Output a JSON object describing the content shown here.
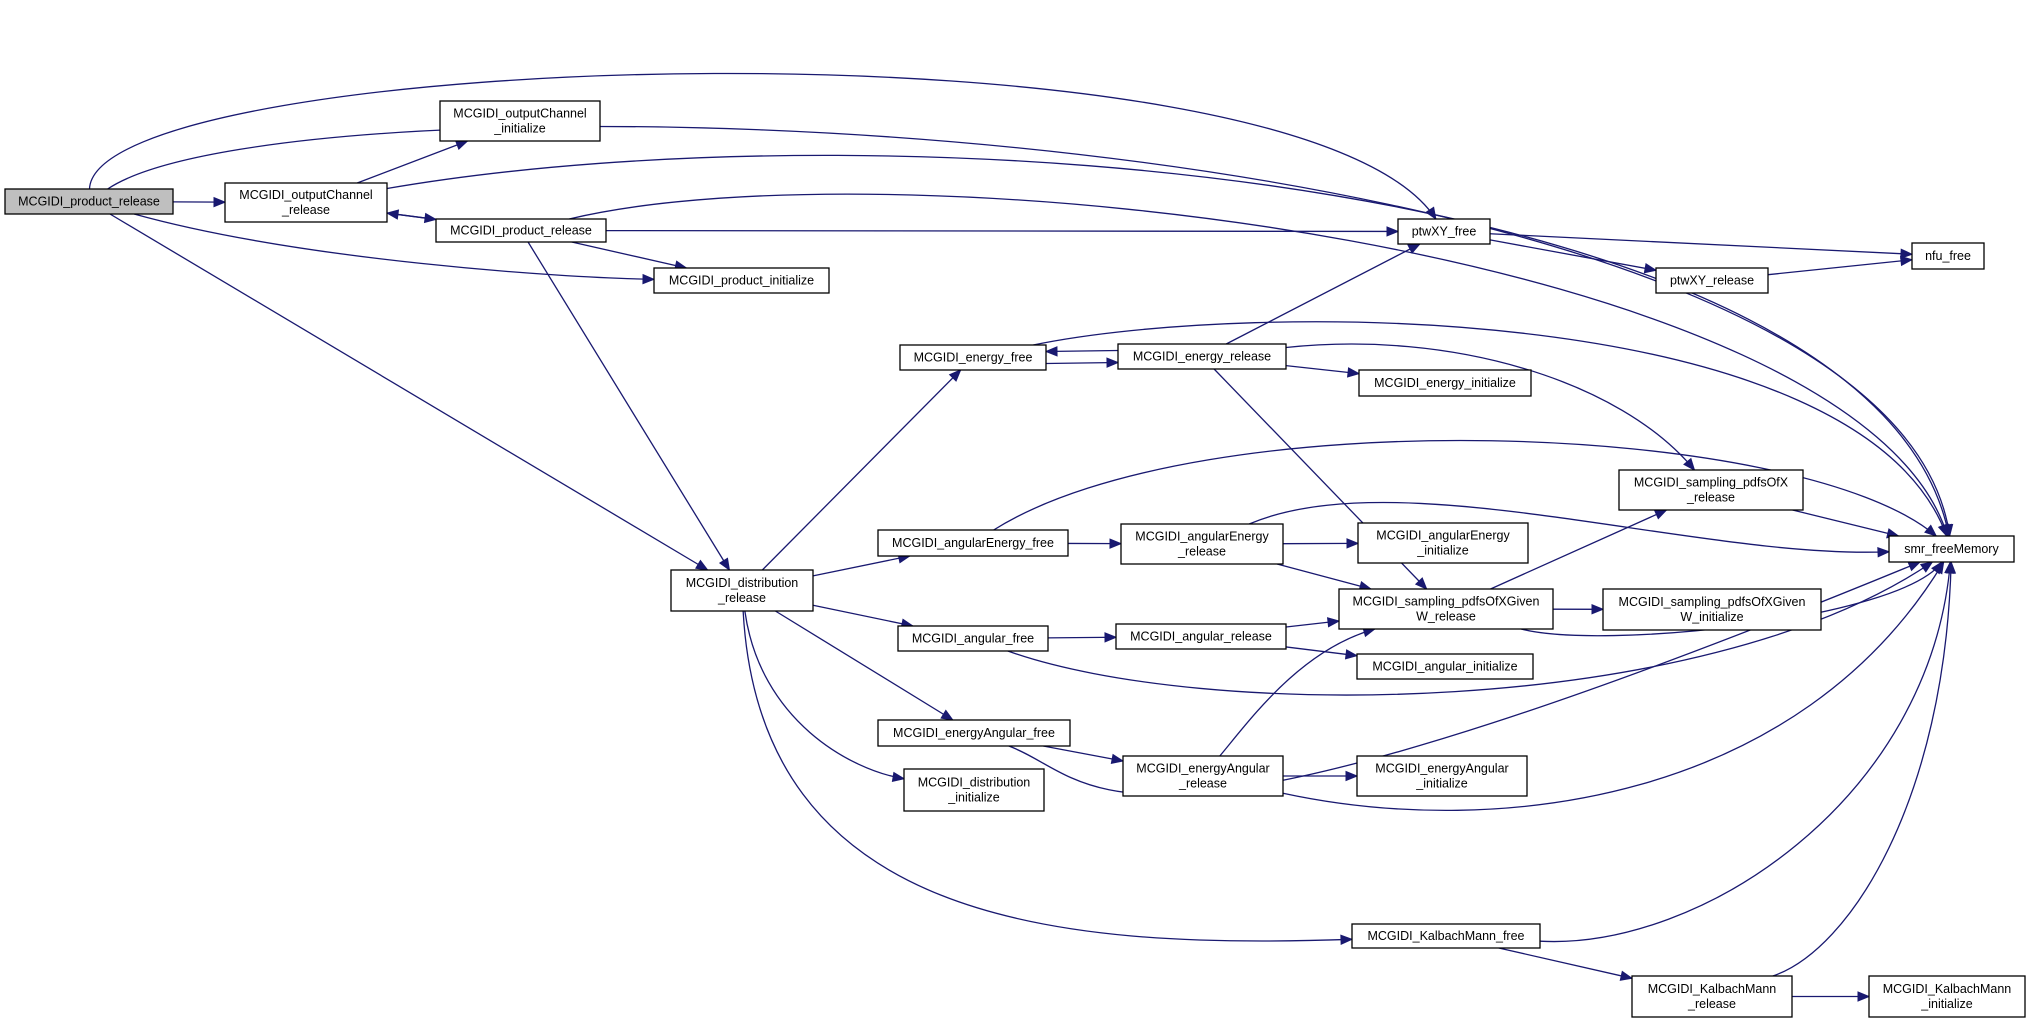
{
  "diagram": {
    "type": "call-graph",
    "nodes": [
      {
        "id": "root",
        "lines": [
          "MCGIDI_product_release"
        ],
        "highlight": true
      },
      {
        "id": "oc_release",
        "lines": [
          "MCGIDI_outputChannel",
          "_release"
        ]
      },
      {
        "id": "oc_init",
        "lines": [
          "MCGIDI_outputChannel",
          "_initialize"
        ]
      },
      {
        "id": "prod_release",
        "lines": [
          "MCGIDI_product_release"
        ]
      },
      {
        "id": "prod_init",
        "lines": [
          "MCGIDI_product_initialize"
        ]
      },
      {
        "id": "dist_release",
        "lines": [
          "MCGIDI_distribution",
          "_release"
        ]
      },
      {
        "id": "dist_init",
        "lines": [
          "MCGIDI_distribution",
          "_initialize"
        ]
      },
      {
        "id": "en_free",
        "lines": [
          "MCGIDI_energy_free"
        ]
      },
      {
        "id": "en_release",
        "lines": [
          "MCGIDI_energy_release"
        ]
      },
      {
        "id": "en_init",
        "lines": [
          "MCGIDI_energy_initialize"
        ]
      },
      {
        "id": "ae_free",
        "lines": [
          "MCGIDI_angularEnergy_free"
        ]
      },
      {
        "id": "ae_release",
        "lines": [
          "MCGIDI_angularEnergy",
          "_release"
        ]
      },
      {
        "id": "ae_init",
        "lines": [
          "MCGIDI_angularEnergy",
          "_initialize"
        ]
      },
      {
        "id": "an_free",
        "lines": [
          "MCGIDI_angular_free"
        ]
      },
      {
        "id": "an_release",
        "lines": [
          "MCGIDI_angular_release"
        ]
      },
      {
        "id": "an_init",
        "lines": [
          "MCGIDI_angular_initialize"
        ]
      },
      {
        "id": "ea_free",
        "lines": [
          "MCGIDI_energyAngular_free"
        ]
      },
      {
        "id": "ea_release",
        "lines": [
          "MCGIDI_energyAngular",
          "_release"
        ]
      },
      {
        "id": "ea_init",
        "lines": [
          "MCGIDI_energyAngular",
          "_initialize"
        ]
      },
      {
        "id": "km_free",
        "lines": [
          "MCGIDI_KalbachMann_free"
        ]
      },
      {
        "id": "km_release",
        "lines": [
          "MCGIDI_KalbachMann",
          "_release"
        ]
      },
      {
        "id": "km_init",
        "lines": [
          "MCGIDI_KalbachMann",
          "_initialize"
        ]
      },
      {
        "id": "pw_release",
        "lines": [
          "MCGIDI_sampling_pdfsOfXGiven",
          "W_release"
        ]
      },
      {
        "id": "pw_init",
        "lines": [
          "MCGIDI_sampling_pdfsOfXGiven",
          "W_initialize"
        ]
      },
      {
        "id": "px_release",
        "lines": [
          "MCGIDI_sampling_pdfsOfX",
          "_release"
        ]
      },
      {
        "id": "ptw_free",
        "lines": [
          "ptwXY_free"
        ]
      },
      {
        "id": "ptw_release",
        "lines": [
          "ptwXY_release"
        ]
      },
      {
        "id": "nfu_free",
        "lines": [
          "nfu_free"
        ]
      },
      {
        "id": "smr",
        "lines": [
          "smr_freeMemory"
        ]
      }
    ],
    "edges": [
      {
        "from": "root",
        "to": "oc_release"
      },
      {
        "from": "root",
        "to": "ptw_free"
      },
      {
        "from": "root",
        "to": "smr"
      },
      {
        "from": "root",
        "to": "prod_init"
      },
      {
        "from": "root",
        "to": "dist_release"
      },
      {
        "from": "oc_release",
        "to": "oc_init"
      },
      {
        "from": "oc_release",
        "to": "prod_release"
      },
      {
        "from": "oc_release",
        "to": "smr"
      },
      {
        "from": "prod_release",
        "to": "oc_release"
      },
      {
        "from": "prod_release",
        "to": "ptw_free"
      },
      {
        "from": "prod_release",
        "to": "smr"
      },
      {
        "from": "prod_release",
        "to": "prod_init"
      },
      {
        "from": "prod_release",
        "to": "dist_release"
      },
      {
        "from": "ptw_free",
        "to": "nfu_free"
      },
      {
        "from": "ptw_free",
        "to": "ptw_release"
      },
      {
        "from": "ptw_release",
        "to": "nfu_free"
      },
      {
        "from": "dist_release",
        "to": "en_free"
      },
      {
        "from": "dist_release",
        "to": "ae_free"
      },
      {
        "from": "dist_release",
        "to": "an_free"
      },
      {
        "from": "dist_release",
        "to": "ea_free"
      },
      {
        "from": "dist_release",
        "to": "dist_init"
      },
      {
        "from": "dist_release",
        "to": "km_free"
      },
      {
        "from": "en_free",
        "to": "en_release"
      },
      {
        "from": "en_free",
        "to": "smr"
      },
      {
        "from": "en_release",
        "to": "en_free"
      },
      {
        "from": "en_release",
        "to": "ptw_free"
      },
      {
        "from": "en_release",
        "to": "en_init"
      },
      {
        "from": "en_release",
        "to": "px_release"
      },
      {
        "from": "en_release",
        "to": "pw_release"
      },
      {
        "from": "ae_free",
        "to": "ae_release"
      },
      {
        "from": "ae_free",
        "to": "smr"
      },
      {
        "from": "ae_release",
        "to": "ae_init"
      },
      {
        "from": "ae_release",
        "to": "pw_release"
      },
      {
        "from": "ae_release",
        "to": "smr"
      },
      {
        "from": "an_free",
        "to": "an_release"
      },
      {
        "from": "an_free",
        "to": "smr"
      },
      {
        "from": "an_release",
        "to": "pw_release"
      },
      {
        "from": "an_release",
        "to": "an_init"
      },
      {
        "from": "ea_free",
        "to": "ea_release"
      },
      {
        "from": "ea_free",
        "to": "smr"
      },
      {
        "from": "ea_release",
        "to": "ea_init"
      },
      {
        "from": "ea_release",
        "to": "pw_release"
      },
      {
        "from": "ea_release",
        "to": "smr"
      },
      {
        "from": "pw_release",
        "to": "pw_init"
      },
      {
        "from": "pw_release",
        "to": "px_release"
      },
      {
        "from": "pw_release",
        "to": "smr"
      },
      {
        "from": "px_release",
        "to": "smr"
      },
      {
        "from": "km_free",
        "to": "km_release"
      },
      {
        "from": "km_free",
        "to": "smr"
      },
      {
        "from": "km_release",
        "to": "km_init"
      },
      {
        "from": "km_release",
        "to": "smr"
      }
    ]
  }
}
